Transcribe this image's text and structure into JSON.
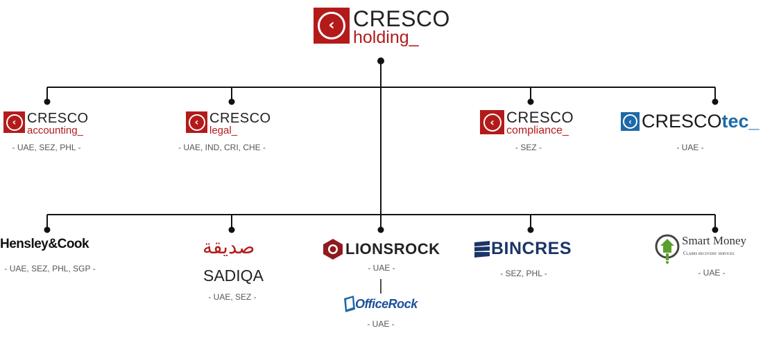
{
  "root": {
    "brand": "CRESCO",
    "sub": "holding_"
  },
  "level1": [
    {
      "brand": "CRESCO",
      "sub": "accounting_",
      "regions": "- UAE, SEZ, PHL -"
    },
    {
      "brand": "CRESCO",
      "sub": "legal_",
      "regions": "- UAE, IND, CRI, CHE -"
    },
    {
      "brand": "CRESCO",
      "sub": "compliance_",
      "regions": "- SEZ -"
    },
    {
      "brand": "CRESCO",
      "sub": "tec_",
      "regions": "- UAE -"
    }
  ],
  "level2": [
    {
      "brand": "Hensley&Cook",
      "regions": "- UAE, SEZ, PHL, SGP -"
    },
    {
      "brand": "SADIQA",
      "arabic": "صديقة",
      "regions": "- UAE, SEZ -"
    },
    {
      "brand": "LIONSROCK",
      "regions": "- UAE -"
    },
    {
      "brand": "BINCRES",
      "regions": "- SEZ, PHL -"
    },
    {
      "brand": "Smart Money",
      "tagline": "Claims recovery services",
      "regions": "- UAE -"
    }
  ],
  "level3": [
    {
      "brand": "OfficeRock",
      "regions": "- UAE -"
    }
  ],
  "colors": {
    "cresco_red": "#b31b1b",
    "tec_blue": "#1e6aa8",
    "bincres_navy": "#1c3566",
    "lionsrock_red": "#8e1b1f",
    "smart_green": "#5aa02c"
  }
}
